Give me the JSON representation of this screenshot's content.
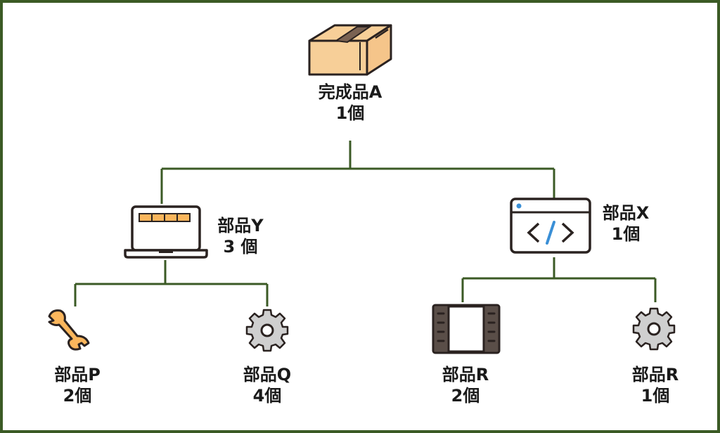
{
  "colors": {
    "frame": "#3b5a25",
    "connector": "#3b5a25"
  },
  "root": {
    "name": "完成品A",
    "qty": "1個",
    "icon": "cardboard-box-icon"
  },
  "level1": [
    {
      "name": "部品Y",
      "qty": "3 個",
      "icon": "laptop-icon",
      "children": [
        {
          "name": "部品P",
          "qty": "2個",
          "icon": "wrench-icon"
        },
        {
          "name": "部品Q",
          "qty": "4個",
          "icon": "gear-icon"
        }
      ]
    },
    {
      "name": "部品X",
      "qty": "1個",
      "icon": "code-window-icon",
      "children": [
        {
          "name": "部品R",
          "qty": "2個",
          "icon": "film-strip-icon"
        },
        {
          "name": "部品R",
          "qty": "1個",
          "icon": "gear-icon"
        }
      ]
    }
  ]
}
